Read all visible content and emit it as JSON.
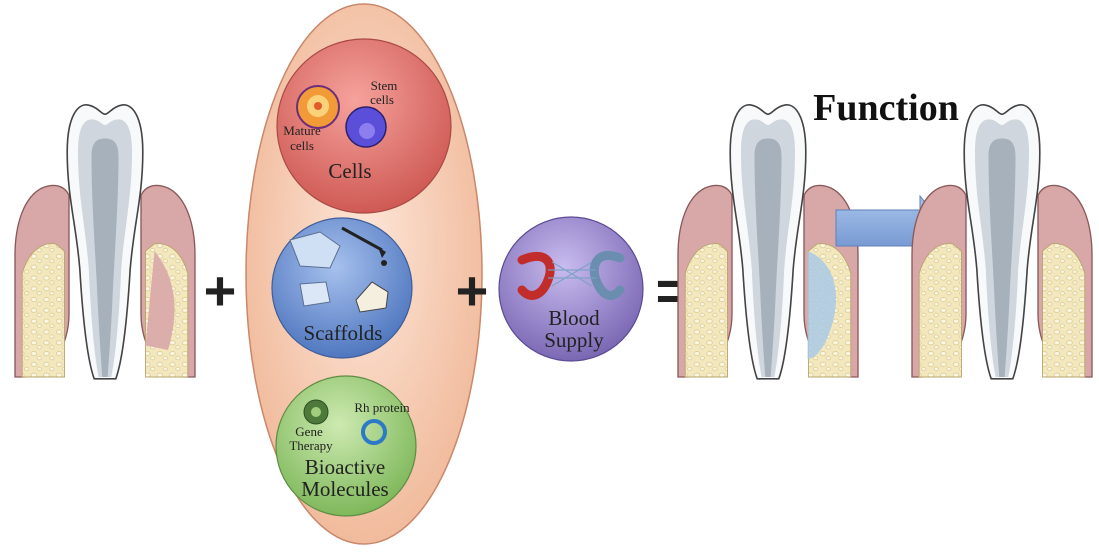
{
  "title": "Function",
  "operators": {
    "plus": "+",
    "equals": "="
  },
  "cells": {
    "label": "Cells",
    "mature_label_1": "Mature",
    "mature_label_2": "cells",
    "stem_label_1": "Stem",
    "stem_label_2": "cells"
  },
  "scaffolds": {
    "label": "Scaffolds"
  },
  "bioactive": {
    "label_1": "Bioactive",
    "label_2": "Molecules",
    "gene_label_1": "Gene",
    "gene_label_2": "Therapy",
    "rh_label": "Rh protein"
  },
  "blood": {
    "label_1": "Blood",
    "label_2": "Supply"
  },
  "colors": {
    "oval": "#f3bfa4",
    "cells": "#e0726c",
    "scaffolds": "#6f93cf",
    "bioactive": "#9fcf7c",
    "blood": "#9d8acb",
    "arrow": "#7ea3d8",
    "gum": "#d9a3a3",
    "bone": "#f2e6b8"
  }
}
